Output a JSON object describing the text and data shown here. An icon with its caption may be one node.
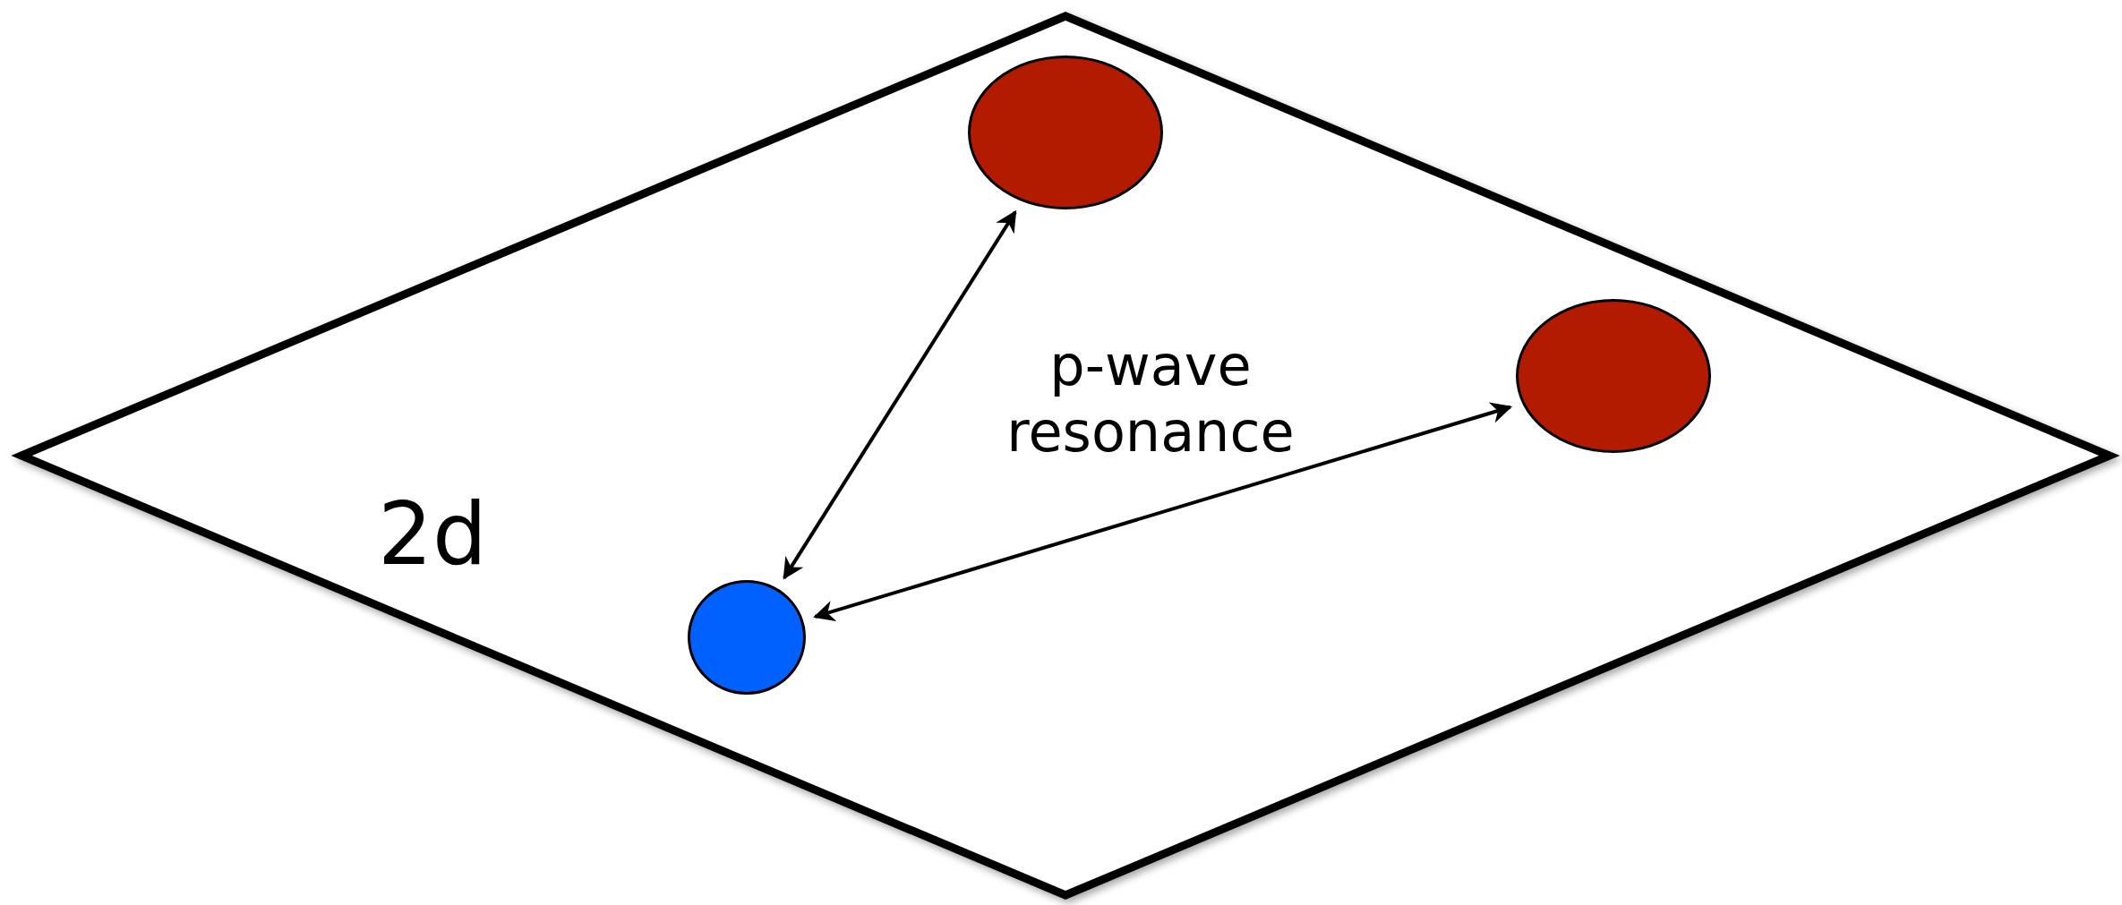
{
  "diagram": {
    "nodes": [
      {
        "text": [
          "2d"
        ]
      },
      {
        "text": [],
        "shape": "circle",
        "in": 0
      },
      {
        "text": [],
        "shape": "circle",
        "in": 0
      },
      {
        "text": [],
        "shape": "circle",
        "in": 0
      }
    ],
    "edges": [
      {
        "from": 3,
        "to": 1,
        "arrow": "both"
      },
      {
        "from": 3,
        "to": 2,
        "arrow": "both"
      }
    ],
    "labels": [
      "p-wave resonance"
    ]
  }
}
